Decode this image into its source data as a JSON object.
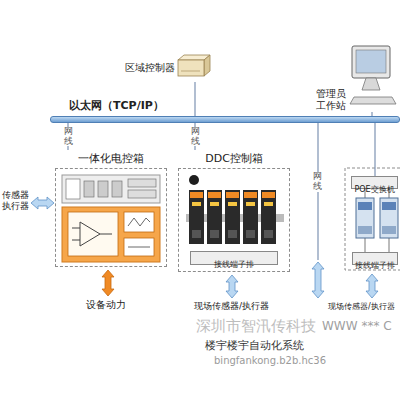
{
  "diagram": {
    "nodes": [
      {
        "text": [
          "区域控制器"
        ]
      },
      {
        "text": [
          "管理员 工作站"
        ]
      },
      {
        "text": [
          "以太网（TCP/IP）"
        ]
      },
      {
        "text": [
          "一体化电控箱"
        ]
      },
      {
        "text": [
          "DDC控制箱"
        ]
      },
      {
        "text": [
          "接线端子排"
        ],
        "in": 4
      },
      {
        "text": [
          "POE交换机"
        ]
      },
      {
        "text": [
          "接线端子排"
        ]
      }
    ],
    "edges": [
      {
        "from": 2,
        "to": 0,
        "arrow": "none"
      },
      {
        "from": 2,
        "to": 1,
        "arrow": "none"
      },
      {
        "from": 2,
        "to": 3,
        "label": "网线",
        "arrow": "none"
      },
      {
        "from": 2,
        "to": 4,
        "label": "网线",
        "arrow": "none"
      },
      {
        "from": 2,
        "to": 6,
        "arrow": "none"
      }
    ],
    "labels": [
      "网线",
      "传感器 执行器",
      "设备动力",
      "现场传感器/执行器",
      "现场传感器/执行器",
      "深圳市智汛传科技",
      "WWW *** C",
      "楼宇楼宇自动化系统",
      "bingfankong.b2b.hc36"
    ]
  }
}
